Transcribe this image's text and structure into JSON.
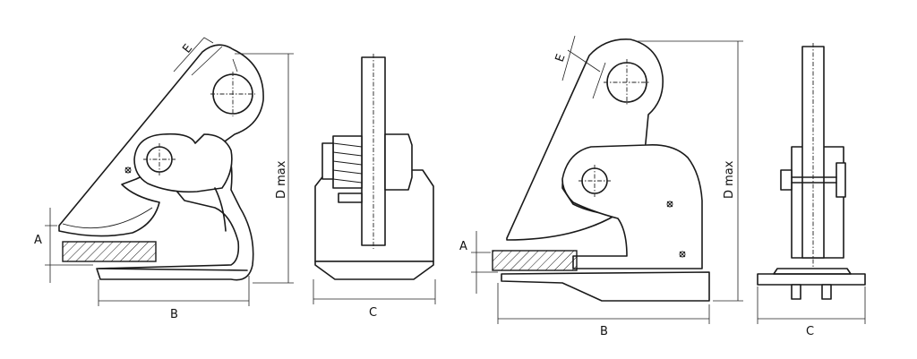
{
  "views": {
    "left_side": {
      "dim_a": "A",
      "dim_b": "B",
      "dim_d": "D max",
      "dim_e": "E"
    },
    "left_front": {
      "dim_c": "C"
    },
    "right_side": {
      "dim_a": "A",
      "dim_b": "B",
      "dim_d": "D max",
      "dim_e": "E"
    },
    "right_front": {
      "dim_c": "C"
    }
  }
}
